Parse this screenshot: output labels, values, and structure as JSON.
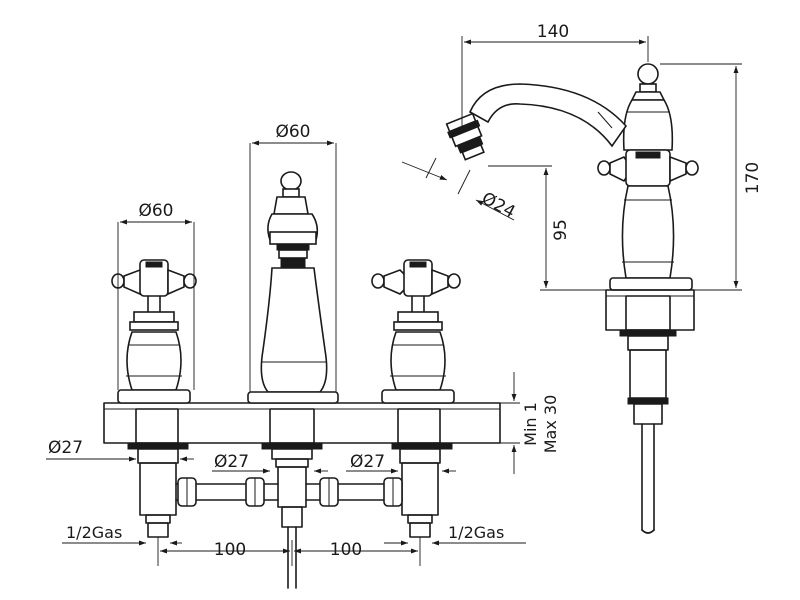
{
  "colors": {
    "line": "#1a1a1a",
    "background": "#ffffff"
  },
  "labels": {
    "dia_60_left": "Ø60",
    "dia_60_center": "Ø60",
    "dia_27_left": "Ø27",
    "dia_27_mid_left": "Ø27",
    "dia_27_mid_right": "Ø27",
    "gas_left": "1/2Gas",
    "gas_right": "1/2Gas",
    "spacing_left": "100",
    "spacing_right": "100",
    "min_label": "Min 1",
    "max_label": "Max 30",
    "width_140": "140",
    "height_170": "170",
    "height_95": "95",
    "dia_24": "Ø24"
  }
}
